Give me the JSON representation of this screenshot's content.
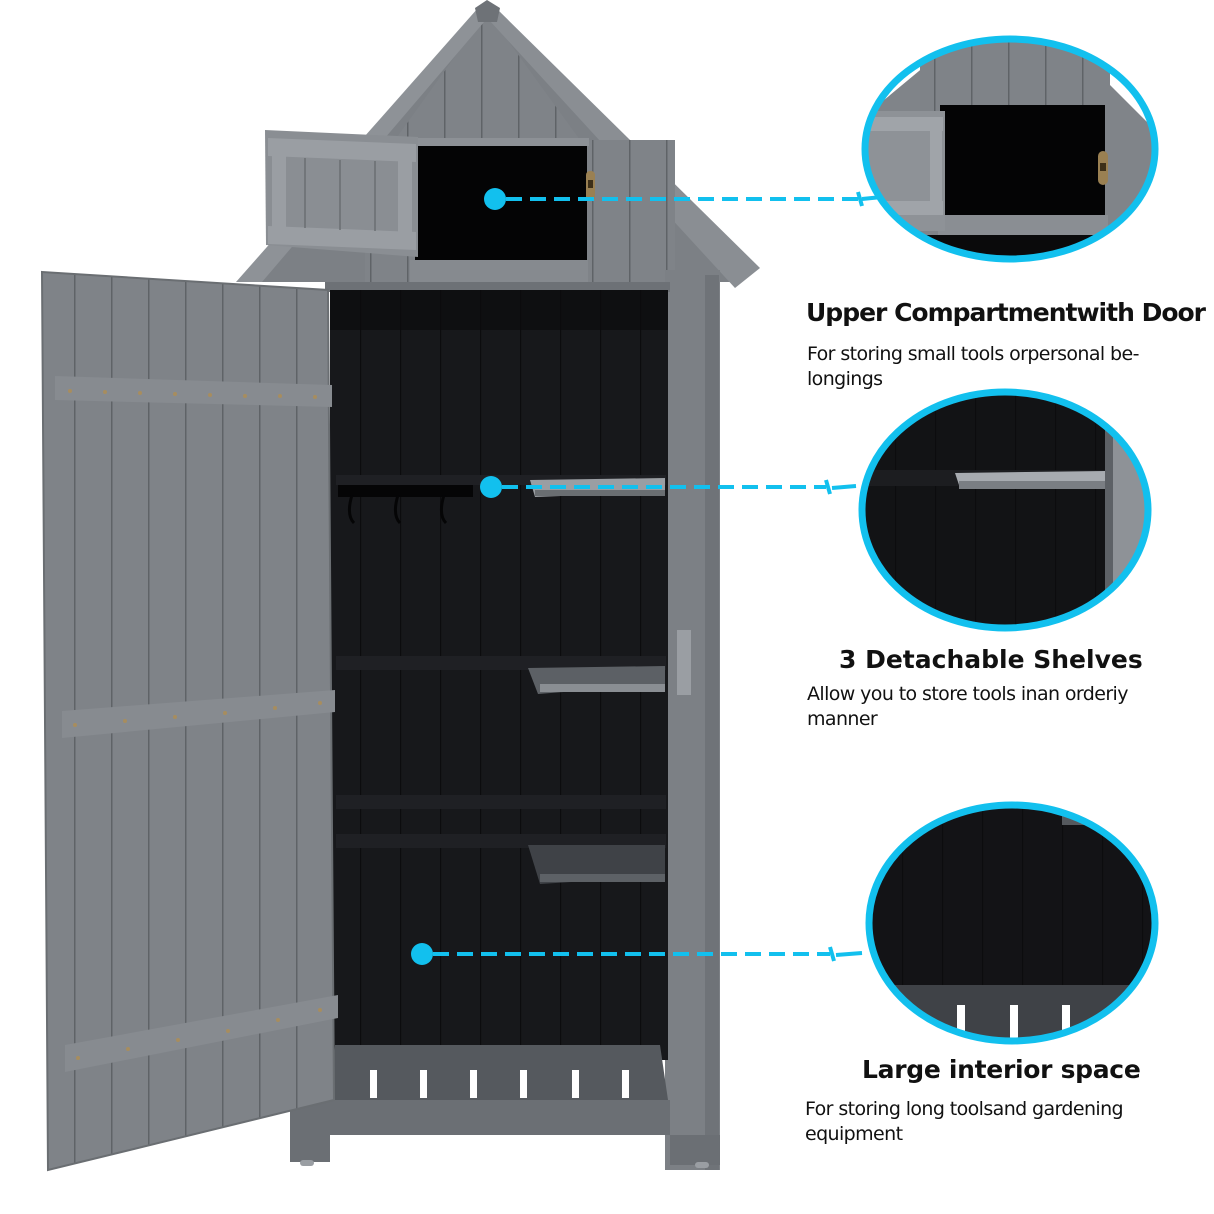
{
  "accent_color": "#12C0EE",
  "features": [
    {
      "title": "Upper Compartmentwith Door",
      "description_line1": "For storing small tools orpersonal be-",
      "description_line2": "longings",
      "callout_target": "upper-compartment"
    },
    {
      "title": "3 Detachable Shelves",
      "description_line1": "Allow you to store tools inan orderiy",
      "description_line2": "manner",
      "callout_target": "shelf"
    },
    {
      "title": "Large interior space",
      "description_line1": "For storing long toolsand gardening",
      "description_line2": "equipment",
      "callout_target": "bottom-interior"
    }
  ],
  "product": {
    "name": "Wooden garden storage shed",
    "color": "#808489",
    "interior_color": "#141518"
  }
}
